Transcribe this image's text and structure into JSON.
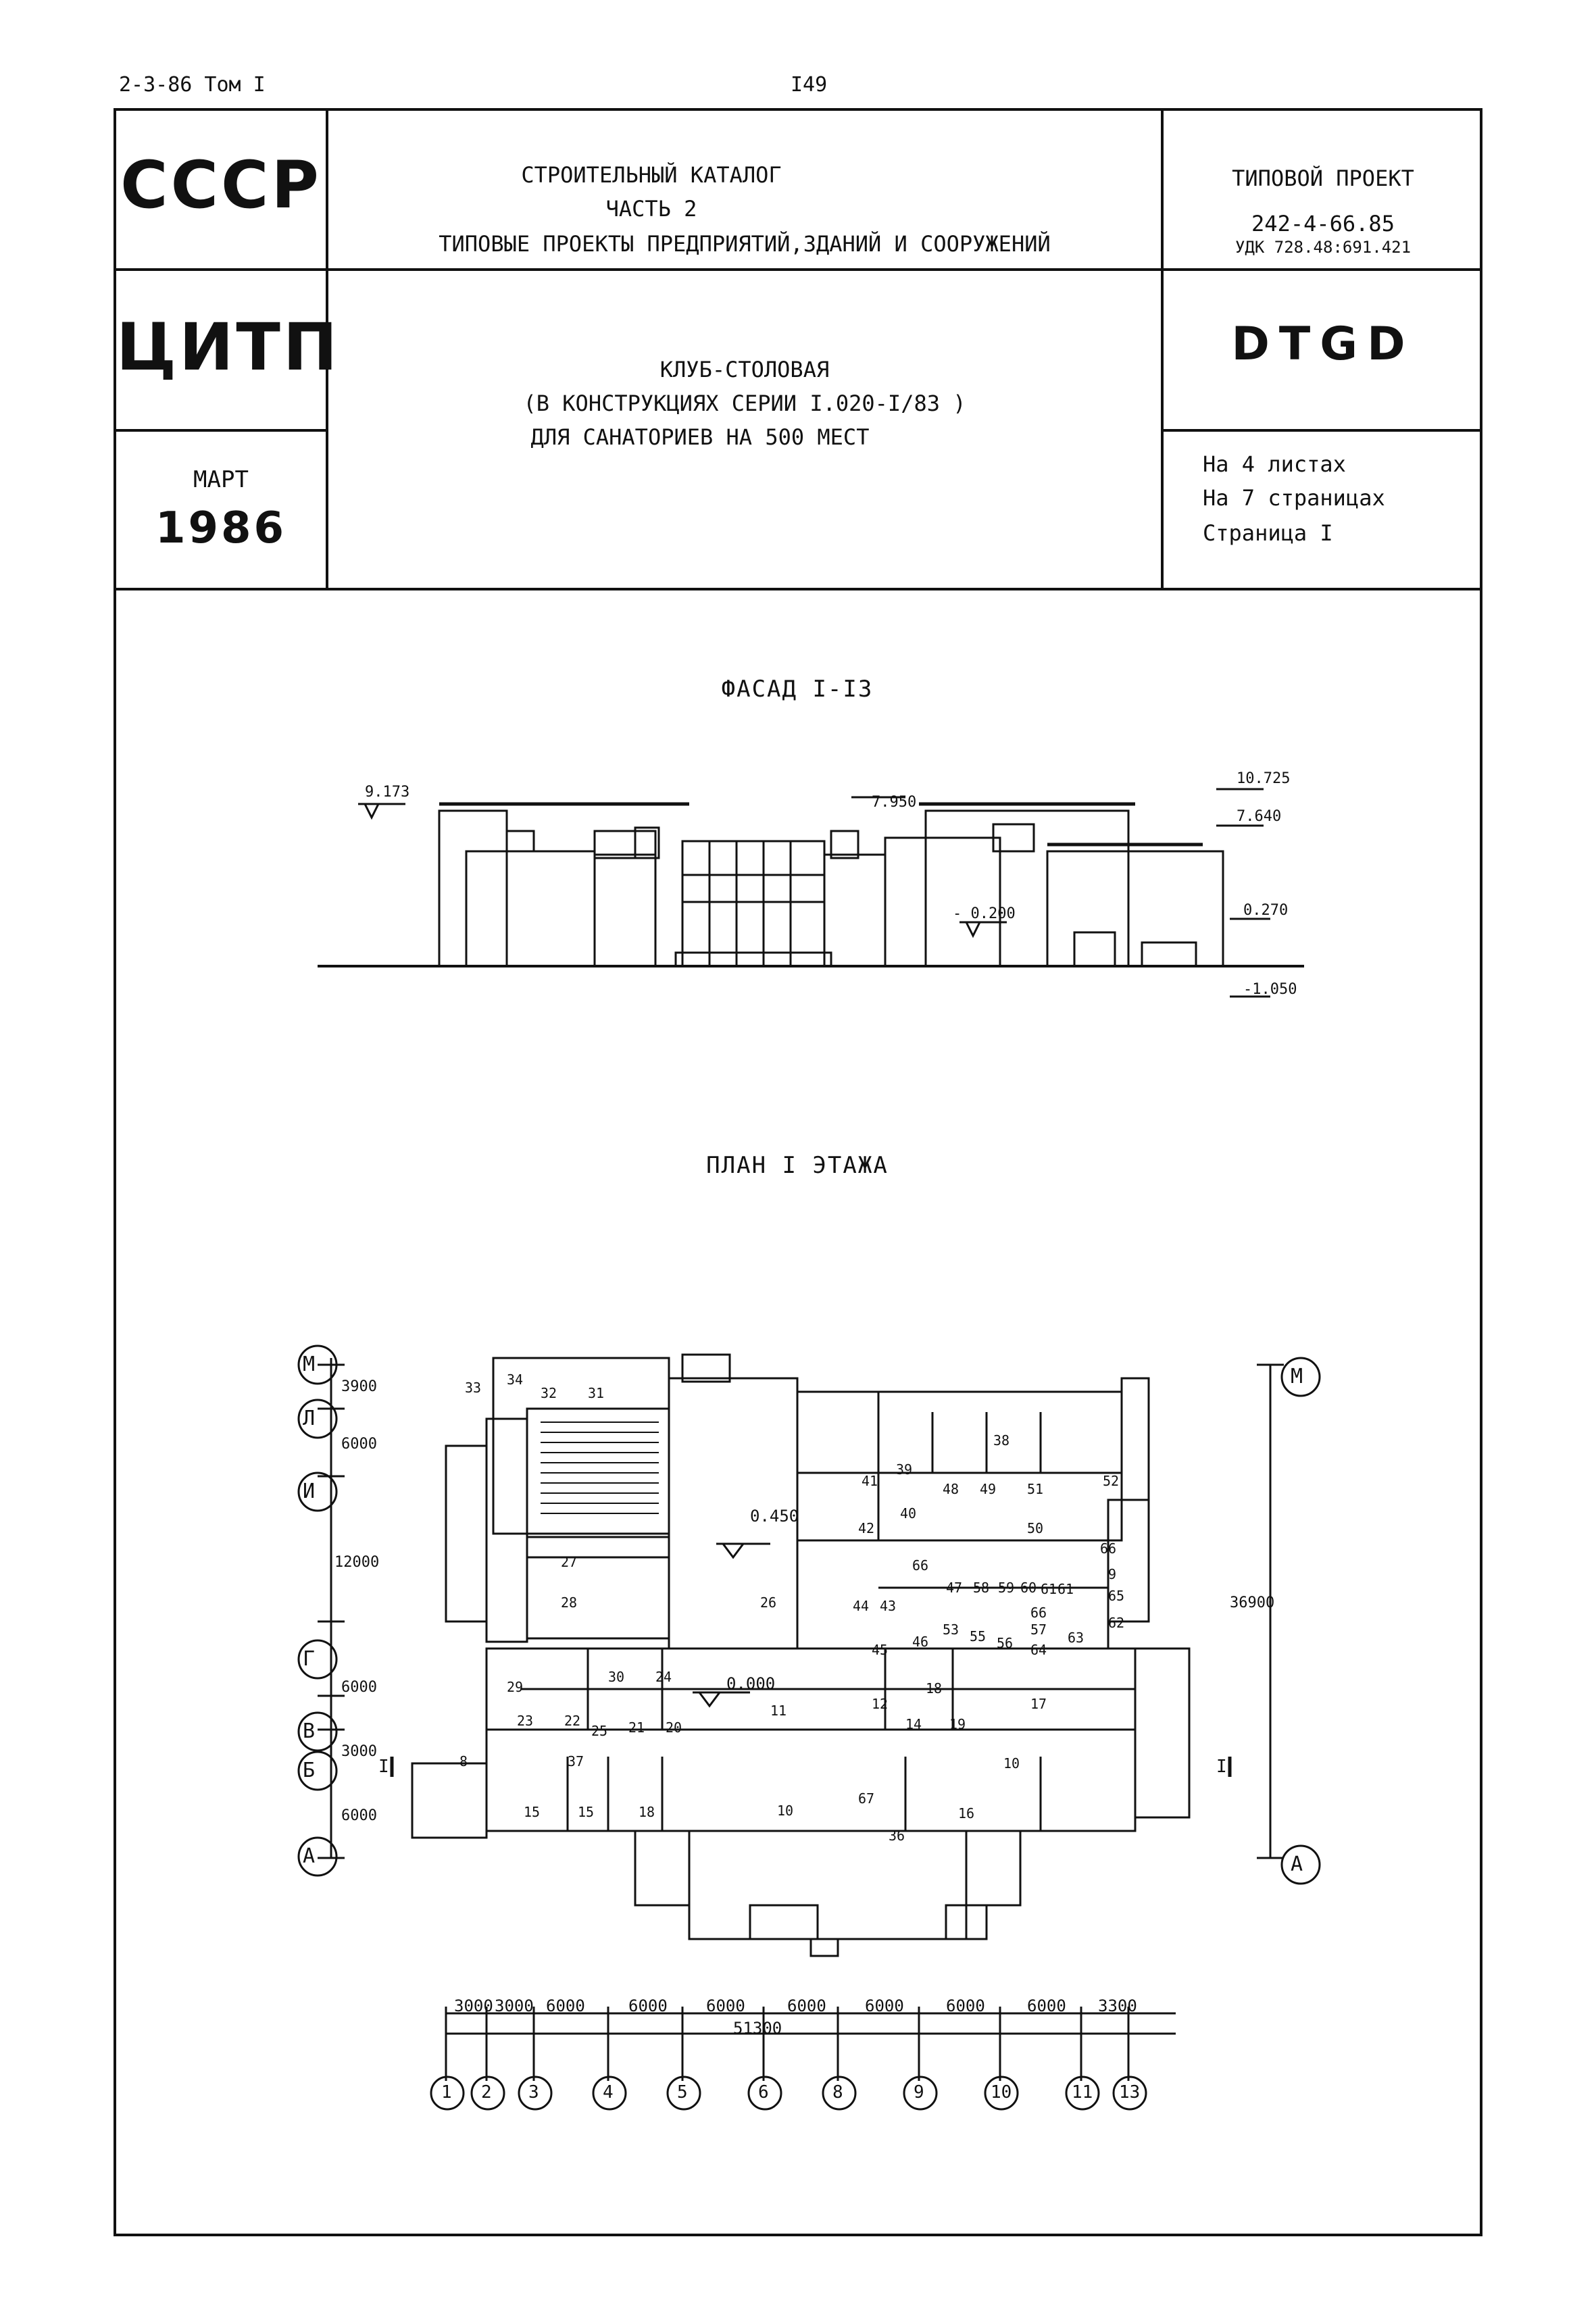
{
  "page_header": {
    "series": "2-3-86 Том I",
    "page_number": "I49"
  },
  "stamp": {
    "org1": "СССР",
    "org2": "ЦИТП",
    "month": "МАРТ",
    "year": "1986",
    "catalog": {
      "line1": "СТРОИТЕЛЬНЫЙ КАТАЛОГ",
      "line2": "ЧАСТЬ  2",
      "line3": "ТИПОВЫЕ ПРОЕКТЫ ПРЕДПРИЯТИЙ,ЗДАНИЙ И СООРУЖЕНИЙ"
    },
    "object": {
      "line1": "КЛУБ-СТОЛОВАЯ",
      "line2": "(В КОНСТРУКЦИЯХ СЕРИИ I.020-I/83 )",
      "line3": "ДЛЯ САНАТОРИЕВ НА 500  МЕСТ"
    },
    "project": {
      "label": "ТИПОВОЙ ПРОЕКТ",
      "number": "242-4-66.85",
      "udk": "УДК 728.48:691.421",
      "code": "DTGD",
      "sheets": "На 4  листах",
      "pages": "На 7 страницах",
      "page": "Страница I"
    }
  },
  "facade": {
    "title": "ФАСАД I-I3",
    "marks": {
      "left_top": "9.173",
      "center_top": "7.950",
      "right_top": "10.725",
      "right_mid": "7.640",
      "right_low": "0.270",
      "right_ground": "-1.050",
      "entrance": "- 0.200"
    }
  },
  "plan": {
    "title": "ПЛАН I ЭТАЖА",
    "axes_left": [
      "М",
      "Л",
      "И",
      "Г",
      "В",
      "Б",
      "А"
    ],
    "axes_right": [
      "М",
      "А"
    ],
    "left_dims": [
      "3900",
      "6000",
      "12000",
      "6000",
      "3000",
      "6000"
    ],
    "right_dim": "36900",
    "bottom_dims": [
      "3000",
      "3000",
      "6000",
      "6000",
      "6000",
      "6000",
      "6000",
      "6000",
      "6000",
      "3300"
    ],
    "bottom_total": "51300",
    "bottom_axes": [
      "1",
      "2",
      "3",
      "4",
      "5",
      "6",
      "8",
      "9",
      "10",
      "11",
      "13"
    ],
    "levels": [
      "0.450",
      "0.000"
    ],
    "section": "I",
    "rooms": [
      "31",
      "32",
      "33",
      "34",
      "27",
      "28",
      "26",
      "29",
      "23",
      "22",
      "25",
      "21",
      "20",
      "24",
      "30",
      "8",
      "37",
      "15",
      "15",
      "18",
      "10",
      "36",
      "67",
      "16",
      "10",
      "17",
      "12",
      "14",
      "19",
      "18",
      "11",
      "44",
      "43",
      "45",
      "46",
      "47",
      "58",
      "59",
      "60",
      "61",
      "61",
      "53",
      "55",
      "56",
      "57",
      "64",
      "63",
      "62",
      "65",
      "66",
      "66",
      "9",
      "38",
      "39",
      "41",
      "42",
      "40",
      "48",
      "49",
      "51",
      "50",
      "52",
      "66"
    ]
  }
}
